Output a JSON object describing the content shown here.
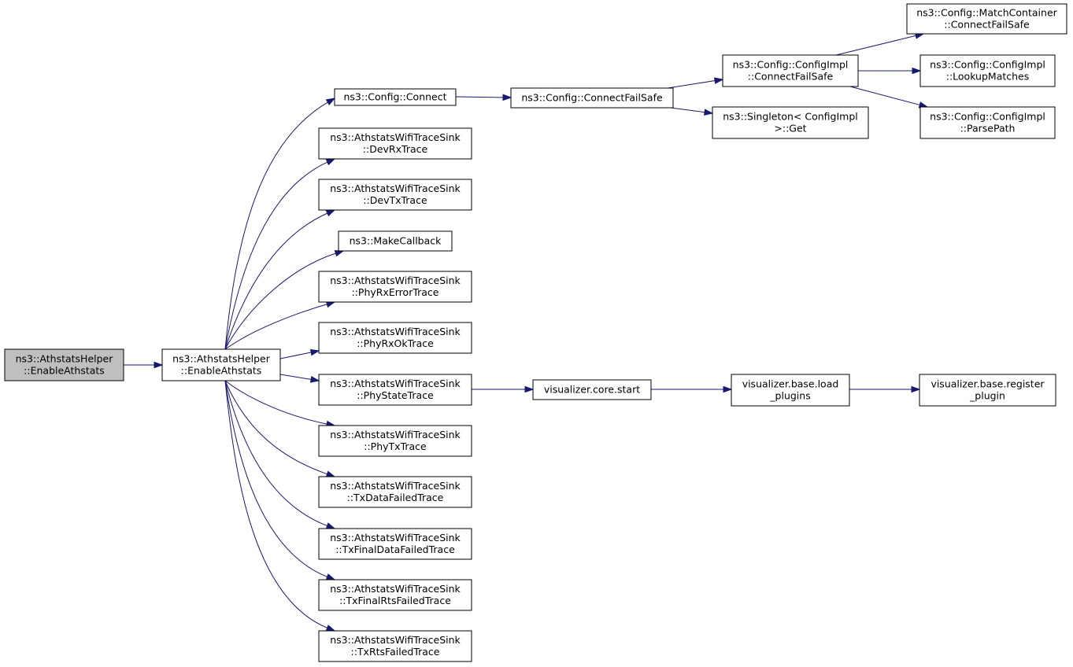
{
  "graph": {
    "nodes": [
      {
        "id": "root",
        "lines": [
          "ns3::AthstatsHelper",
          "::EnableAthstats"
        ]
      },
      {
        "id": "enable",
        "lines": [
          "ns3::AthstatsHelper",
          "::EnableAthstats"
        ]
      },
      {
        "id": "connect",
        "lines": [
          "ns3::Config::Connect"
        ]
      },
      {
        "id": "devrx",
        "lines": [
          "ns3::AthstatsWifiTraceSink",
          "::DevRxTrace"
        ]
      },
      {
        "id": "devtx",
        "lines": [
          "ns3::AthstatsWifiTraceSink",
          "::DevTxTrace"
        ]
      },
      {
        "id": "makecb",
        "lines": [
          "ns3::MakeCallback"
        ]
      },
      {
        "id": "phyrxerr",
        "lines": [
          "ns3::AthstatsWifiTraceSink",
          "::PhyRxErrorTrace"
        ]
      },
      {
        "id": "phyrxok",
        "lines": [
          "ns3::AthstatsWifiTraceSink",
          "::PhyRxOkTrace"
        ]
      },
      {
        "id": "phystate",
        "lines": [
          "ns3::AthstatsWifiTraceSink",
          "::PhyStateTrace"
        ]
      },
      {
        "id": "phytx",
        "lines": [
          "ns3::AthstatsWifiTraceSink",
          "::PhyTxTrace"
        ]
      },
      {
        "id": "txdatafail",
        "lines": [
          "ns3::AthstatsWifiTraceSink",
          "::TxDataFailedTrace"
        ]
      },
      {
        "id": "txfinaldata",
        "lines": [
          "ns3::AthstatsWifiTraceSink",
          "::TxFinalDataFailedTrace"
        ]
      },
      {
        "id": "txfinalrts",
        "lines": [
          "ns3::AthstatsWifiTraceSink",
          "::TxFinalRtsFailedTrace"
        ]
      },
      {
        "id": "txrtsfail",
        "lines": [
          "ns3::AthstatsWifiTraceSink",
          "::TxRtsFailedTrace"
        ]
      },
      {
        "id": "cfs",
        "lines": [
          "ns3::Config::ConnectFailSafe"
        ]
      },
      {
        "id": "implcfs",
        "lines": [
          "ns3::Config::ConfigImpl",
          "::ConnectFailSafe"
        ]
      },
      {
        "id": "singleton",
        "lines": [
          "ns3::Singleton< ConfigImpl",
          " >::Get"
        ]
      },
      {
        "id": "matchcfs",
        "lines": [
          "ns3::Config::MatchContainer",
          "::ConnectFailSafe"
        ]
      },
      {
        "id": "lookup",
        "lines": [
          "ns3::Config::ConfigImpl",
          "::LookupMatches"
        ]
      },
      {
        "id": "parse",
        "lines": [
          "ns3::Config::ConfigImpl",
          "::ParsePath"
        ]
      },
      {
        "id": "vizstart",
        "lines": [
          "visualizer.core.start"
        ]
      },
      {
        "id": "loadplugins",
        "lines": [
          "visualizer.base.load",
          "_plugins"
        ]
      },
      {
        "id": "regplugin",
        "lines": [
          "visualizer.base.register",
          "_plugin"
        ]
      }
    ],
    "edges": [
      {
        "from": "root",
        "to": "enable"
      },
      {
        "from": "enable",
        "to": "connect"
      },
      {
        "from": "enable",
        "to": "devrx"
      },
      {
        "from": "enable",
        "to": "devtx"
      },
      {
        "from": "enable",
        "to": "makecb"
      },
      {
        "from": "enable",
        "to": "phyrxerr"
      },
      {
        "from": "enable",
        "to": "phyrxok"
      },
      {
        "from": "enable",
        "to": "phystate"
      },
      {
        "from": "enable",
        "to": "phytx"
      },
      {
        "from": "enable",
        "to": "txdatafail"
      },
      {
        "from": "enable",
        "to": "txfinaldata"
      },
      {
        "from": "enable",
        "to": "txfinalrts"
      },
      {
        "from": "enable",
        "to": "txrtsfail"
      },
      {
        "from": "connect",
        "to": "cfs"
      },
      {
        "from": "cfs",
        "to": "implcfs"
      },
      {
        "from": "cfs",
        "to": "singleton"
      },
      {
        "from": "implcfs",
        "to": "matchcfs"
      },
      {
        "from": "implcfs",
        "to": "lookup"
      },
      {
        "from": "implcfs",
        "to": "parse"
      },
      {
        "from": "phystate",
        "to": "vizstart"
      },
      {
        "from": "vizstart",
        "to": "loadplugins"
      },
      {
        "from": "loadplugins",
        "to": "regplugin"
      }
    ]
  },
  "colors": {
    "edge": "#191970",
    "root_fill": "#bfbfbf",
    "node_fill": "#ffffff",
    "node_border": "#000000"
  }
}
